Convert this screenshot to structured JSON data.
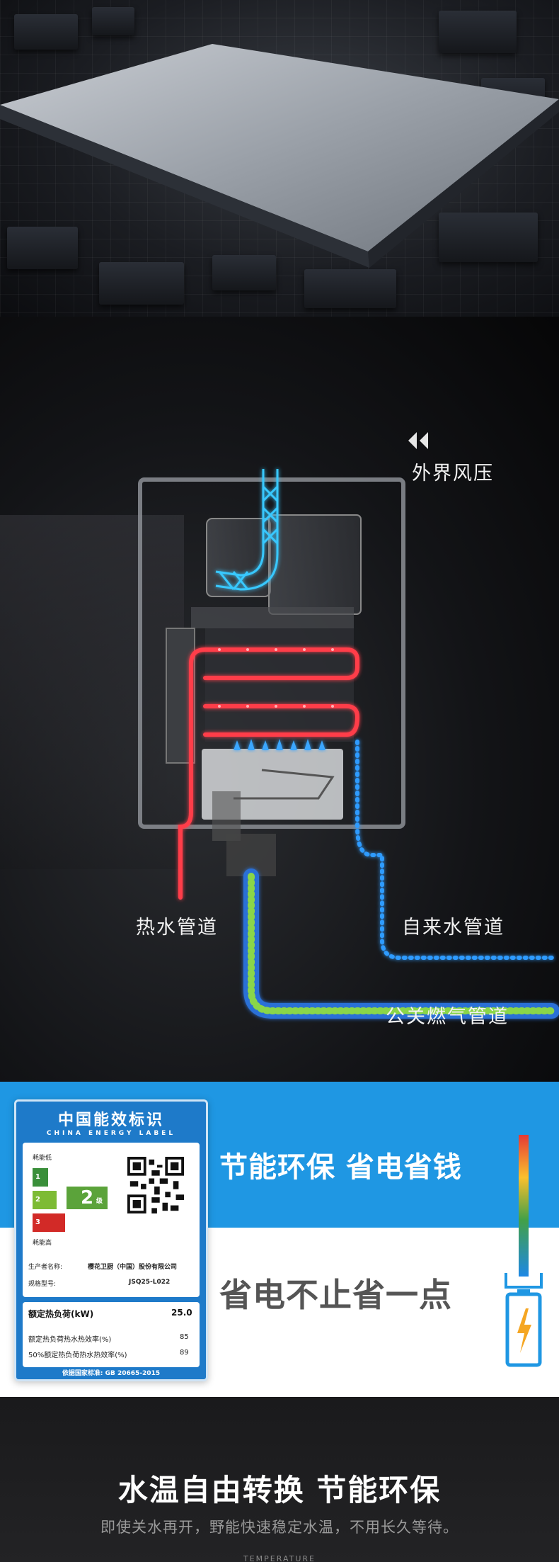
{
  "heater": {
    "air_pressure_label": "外界风压",
    "hot_water_label": "热水管道",
    "cold_water_label": "自来水管道",
    "gas_label": "公关燃气管道"
  },
  "energy": {
    "label": {
      "title": "中国能效标识",
      "subtitle": "CHINA ENERGY LABEL",
      "low_consumption": "耗能低",
      "high_consumption": "耗能高",
      "bars": [
        "1",
        "2",
        "3"
      ],
      "grade_number": "2",
      "grade_unit": "级",
      "manufacturer_label": "生产者名称:",
      "manufacturer_value": "樱花卫厨（中国）股份有限公司",
      "model_label": "规格型号:",
      "model_value": "JSQ25-L022",
      "rated_load_label": "额定热负荷(kW)",
      "rated_load_value": "25.0",
      "efficiency_label": "额定热负荷热水热效率(%)",
      "efficiency_value": "85",
      "half_efficiency_label": "50%额定热负荷热水热效率(%)",
      "half_efficiency_value": "89",
      "footer": "依据国家标准: GB 20665-2015"
    },
    "headline": "节能环保 省电省钱",
    "subheadline": "省电不止省一点",
    "colors": {
      "blue_band": "#1f97e3",
      "grade_green": "#5ba33a"
    }
  },
  "temperature": {
    "title": "水温自由转换 节能环保",
    "subtitle": "即使关水再开，野能快速稳定水温，不用长久等待。",
    "tag": "TEMPERATURE"
  }
}
